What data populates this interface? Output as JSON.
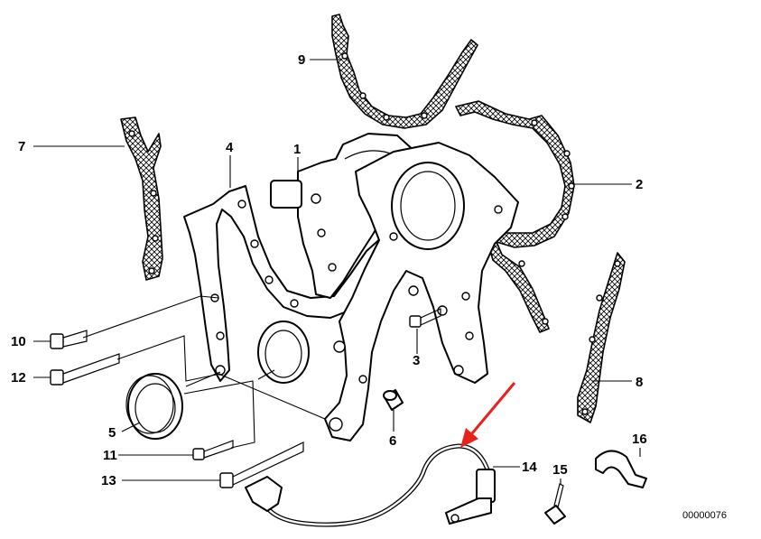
{
  "callouts": {
    "c1": "1",
    "c2": "2",
    "c3": "3",
    "c4": "4",
    "c5": "5",
    "c6": "6",
    "c7": "7",
    "c8": "8",
    "c9": "9",
    "c10": "10",
    "c11": "11",
    "c12": "12",
    "c13": "13",
    "c14": "14",
    "c15": "15",
    "c16": "16"
  },
  "doc_id": "00000076",
  "colors": {
    "line": "#000000",
    "background": "#ffffff",
    "arrow": "#e8211c"
  },
  "icons": {
    "highlight": "red-arrow-icon"
  }
}
